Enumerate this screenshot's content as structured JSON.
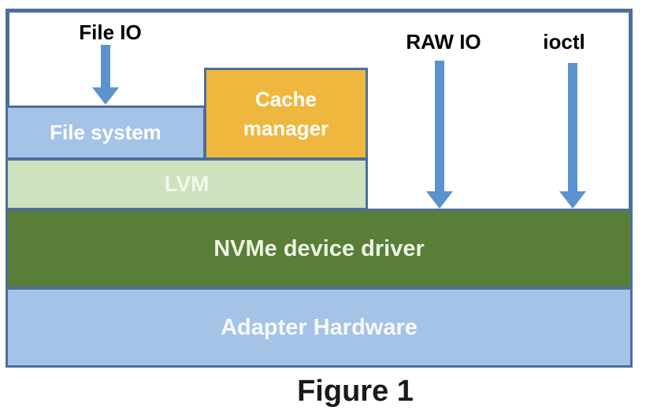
{
  "figure": {
    "caption": "Figure 1",
    "flows": [
      {
        "id": "file-io",
        "label": "File IO"
      },
      {
        "id": "raw-io",
        "label": "RAW IO"
      },
      {
        "id": "ioctl",
        "label": "ioctl"
      }
    ],
    "boxes": {
      "file_system": {
        "label": "File system",
        "fill": "#a5c3e7",
        "text_color": "#ffffff"
      },
      "cache_manager": {
        "label": "Cache manager",
        "fill": "#f0b73e",
        "text_color": "#ffffff"
      },
      "lvm": {
        "label": "LVM",
        "fill": "#cde2bd",
        "text_color": "#f2f6ec"
      },
      "nvme_driver": {
        "label": "NVMe device driver",
        "fill": "#587e37",
        "text_color": "#edf3e4"
      },
      "adapter_hardware": {
        "label": "Adapter Hardware",
        "fill": "#a5c3e7",
        "text_color": "#f7fafd"
      }
    },
    "colors": {
      "frame_border": "#4c6f9a",
      "box_border": "#4c6f9a",
      "arrow": "#5b92d0",
      "flow_label_text": "#000000",
      "caption_text": "#1a1a1a"
    }
  }
}
